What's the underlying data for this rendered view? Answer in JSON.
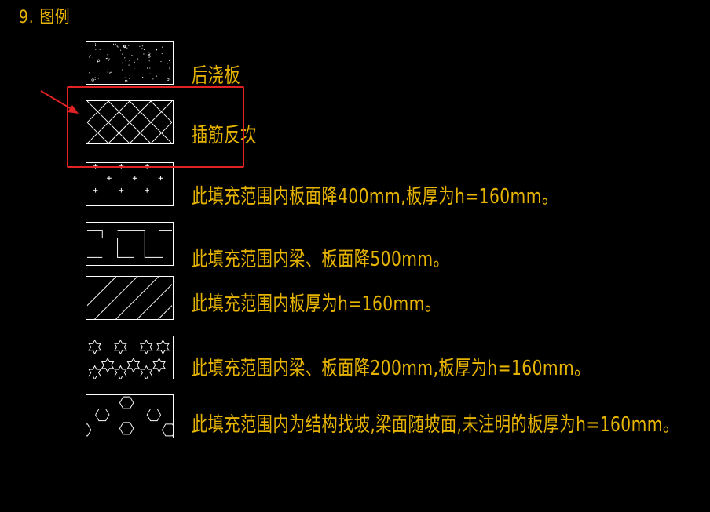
{
  "heading": "9. 图例",
  "legend": [
    {
      "pattern": "speckle",
      "label": "后浇板"
    },
    {
      "pattern": "crosshatch",
      "label": "插筋反坎"
    },
    {
      "pattern": "plus",
      "label": "此填充范围内板面降400mm,板厚为h=160mm。"
    },
    {
      "pattern": "stepped",
      "label": "此填充范围内梁、板面降500mm。"
    },
    {
      "pattern": "diagonal",
      "label": "此填充范围内板厚为h=160mm。"
    },
    {
      "pattern": "stars",
      "label": "此填充范围内梁、板面降200mm,板厚为h=160mm。"
    },
    {
      "pattern": "hexagons",
      "label": "此填充范围内为结构找坡,梁面随坡面,未注明的板厚为h=160mm。"
    }
  ],
  "annotation": {
    "color": "#e22222",
    "highlighted_item": "插筋反坎"
  },
  "colors": {
    "background": "#000000",
    "text": "#e6b400",
    "hatch": "#ffffff"
  }
}
